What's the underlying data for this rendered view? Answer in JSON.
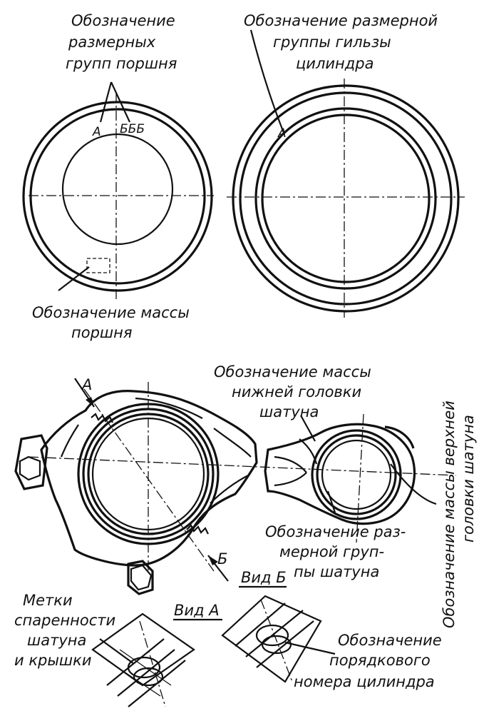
{
  "labels": {
    "piston_groups": [
      "Обозначение",
      "размерных",
      "групп поршня"
    ],
    "piston_marks": {
      "a": "А",
      "bbb": "БББ"
    },
    "piston_mass": [
      "Обозначение массы",
      "поршня"
    ],
    "sleeve_group": [
      "Обозначение размерной",
      "группы гильзы",
      "цилиндра"
    ],
    "sleeve_mark": "А",
    "rod_big_mass": [
      "Обозначение массы",
      "нижней головки",
      "шатуна"
    ],
    "rod_small_mass": [
      "Обозначение массы верхней",
      "головки шатуна"
    ],
    "rod_size_group": [
      "Обозначение раз-",
      "мерной груп-",
      "пы шатуна"
    ],
    "section_a": "А",
    "section_b": "Б",
    "view_a": "Вид А",
    "view_b": "Вид Б",
    "pairing_marks": [
      "Метки",
      "спаренности",
      "шатуна",
      "и крышки"
    ],
    "cylinder_number": [
      "Обозначение",
      "порядкового",
      "номера цилиндра"
    ]
  }
}
